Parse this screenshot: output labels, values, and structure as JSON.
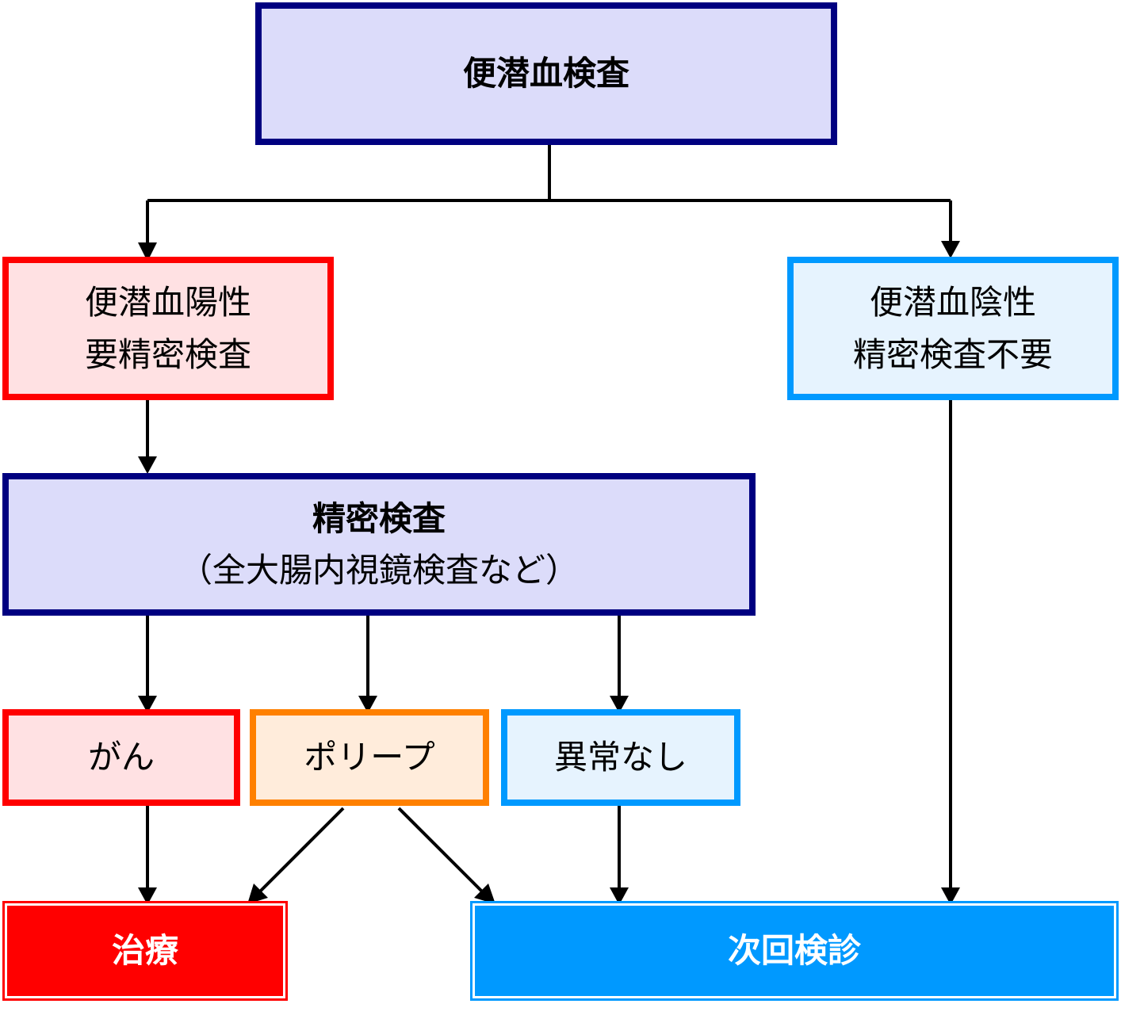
{
  "nodes": {
    "top": {
      "title": "便潜血検査"
    },
    "positive": {
      "line1": "便潜血陽性",
      "line2": "要精密検査"
    },
    "negative": {
      "line1": "便潜血陰性",
      "line2": "精密検査不要"
    },
    "detail": {
      "title": "精密検査",
      "subtitle": "（全大腸内視鏡検査など）"
    },
    "cancer": {
      "label": "がん"
    },
    "polyp": {
      "label": "ポリープ"
    },
    "normal": {
      "label": "異常なし"
    },
    "treatment": {
      "label": "治療"
    },
    "next_exam": {
      "label": "次回検診"
    }
  },
  "colors": {
    "navy": "#000080",
    "navy_fill": "#dcdcfa",
    "red": "#ff0000",
    "red_fill": "#ffe1e3",
    "blue": "#0099ff",
    "blue_fill": "#e6f3fe",
    "orange": "#ff8000",
    "orange_fill": "#ffecdb",
    "connector": "#000000"
  }
}
